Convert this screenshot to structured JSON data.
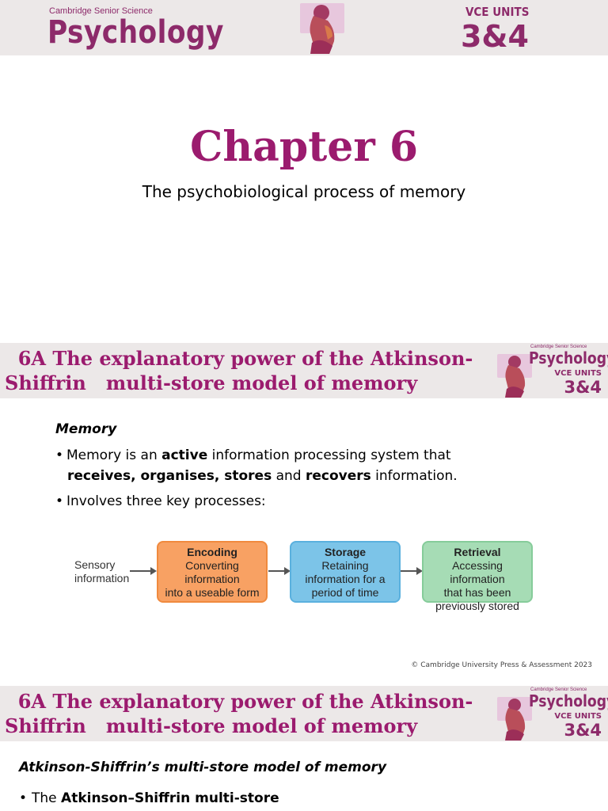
{
  "slide1": {
    "brand_small": "Cambridge Senior Science",
    "brand_big": "Psychology",
    "vce_label": "VCE UNITS",
    "vce_units": "3&4",
    "chapter_title": "Chapter 6",
    "chapter_subtitle": "The psychobiological process of memory"
  },
  "slide2": {
    "header_title": "  6A The explanatory power of the Atkinson-\nShiffrin   multi-store model of memory",
    "brand_small": "Cambridge Senior Science",
    "brand_big": "Psychology",
    "vce_label": "VCE UNITS",
    "vce_units": "3&4",
    "section_heading": "Memory",
    "bullet1": {
      "p1": "Memory is an ",
      "b1": "active",
      "p2": " information processing system that",
      "b2": "receives, organises, stores",
      "p3": " and ",
      "b3": "recovers",
      "p4": " information."
    },
    "bullet2": "Involves three key processes:",
    "diagram": {
      "input_line1": "Sensory",
      "input_line2": "information",
      "boxes": [
        {
          "title": "Encoding",
          "line1": "Converting information",
          "line2": "into a useable form",
          "line3": "",
          "color": "#f8a163",
          "border": "#f08a3e"
        },
        {
          "title": "Storage",
          "line1": "Retaining",
          "line2": "information for a",
          "line3": "period of time",
          "color": "#7cc4e8",
          "border": "#5ab0de"
        },
        {
          "title": "Retrieval",
          "line1": "Accessing information",
          "line2": "that has been",
          "line3": "previously stored",
          "color": "#a6dcb5",
          "border": "#86cc9a"
        }
      ]
    },
    "copyright": "© Cambridge University Press & Assessment 2023"
  },
  "slide3": {
    "header_title": "  6A The explanatory power of the Atkinson-\nShiffrin   multi-store model of memory",
    "brand_small": "Cambridge Senior Science",
    "brand_big": "Psychology",
    "vce_label": "VCE UNITS",
    "vce_units": "3&4",
    "section_heading": "Atkinson-Shiffrin’s multi-store model of memory",
    "bullet1_p1": "The ",
    "bullet1_b1": "Atkinson–Shiffrin multi-store"
  }
}
